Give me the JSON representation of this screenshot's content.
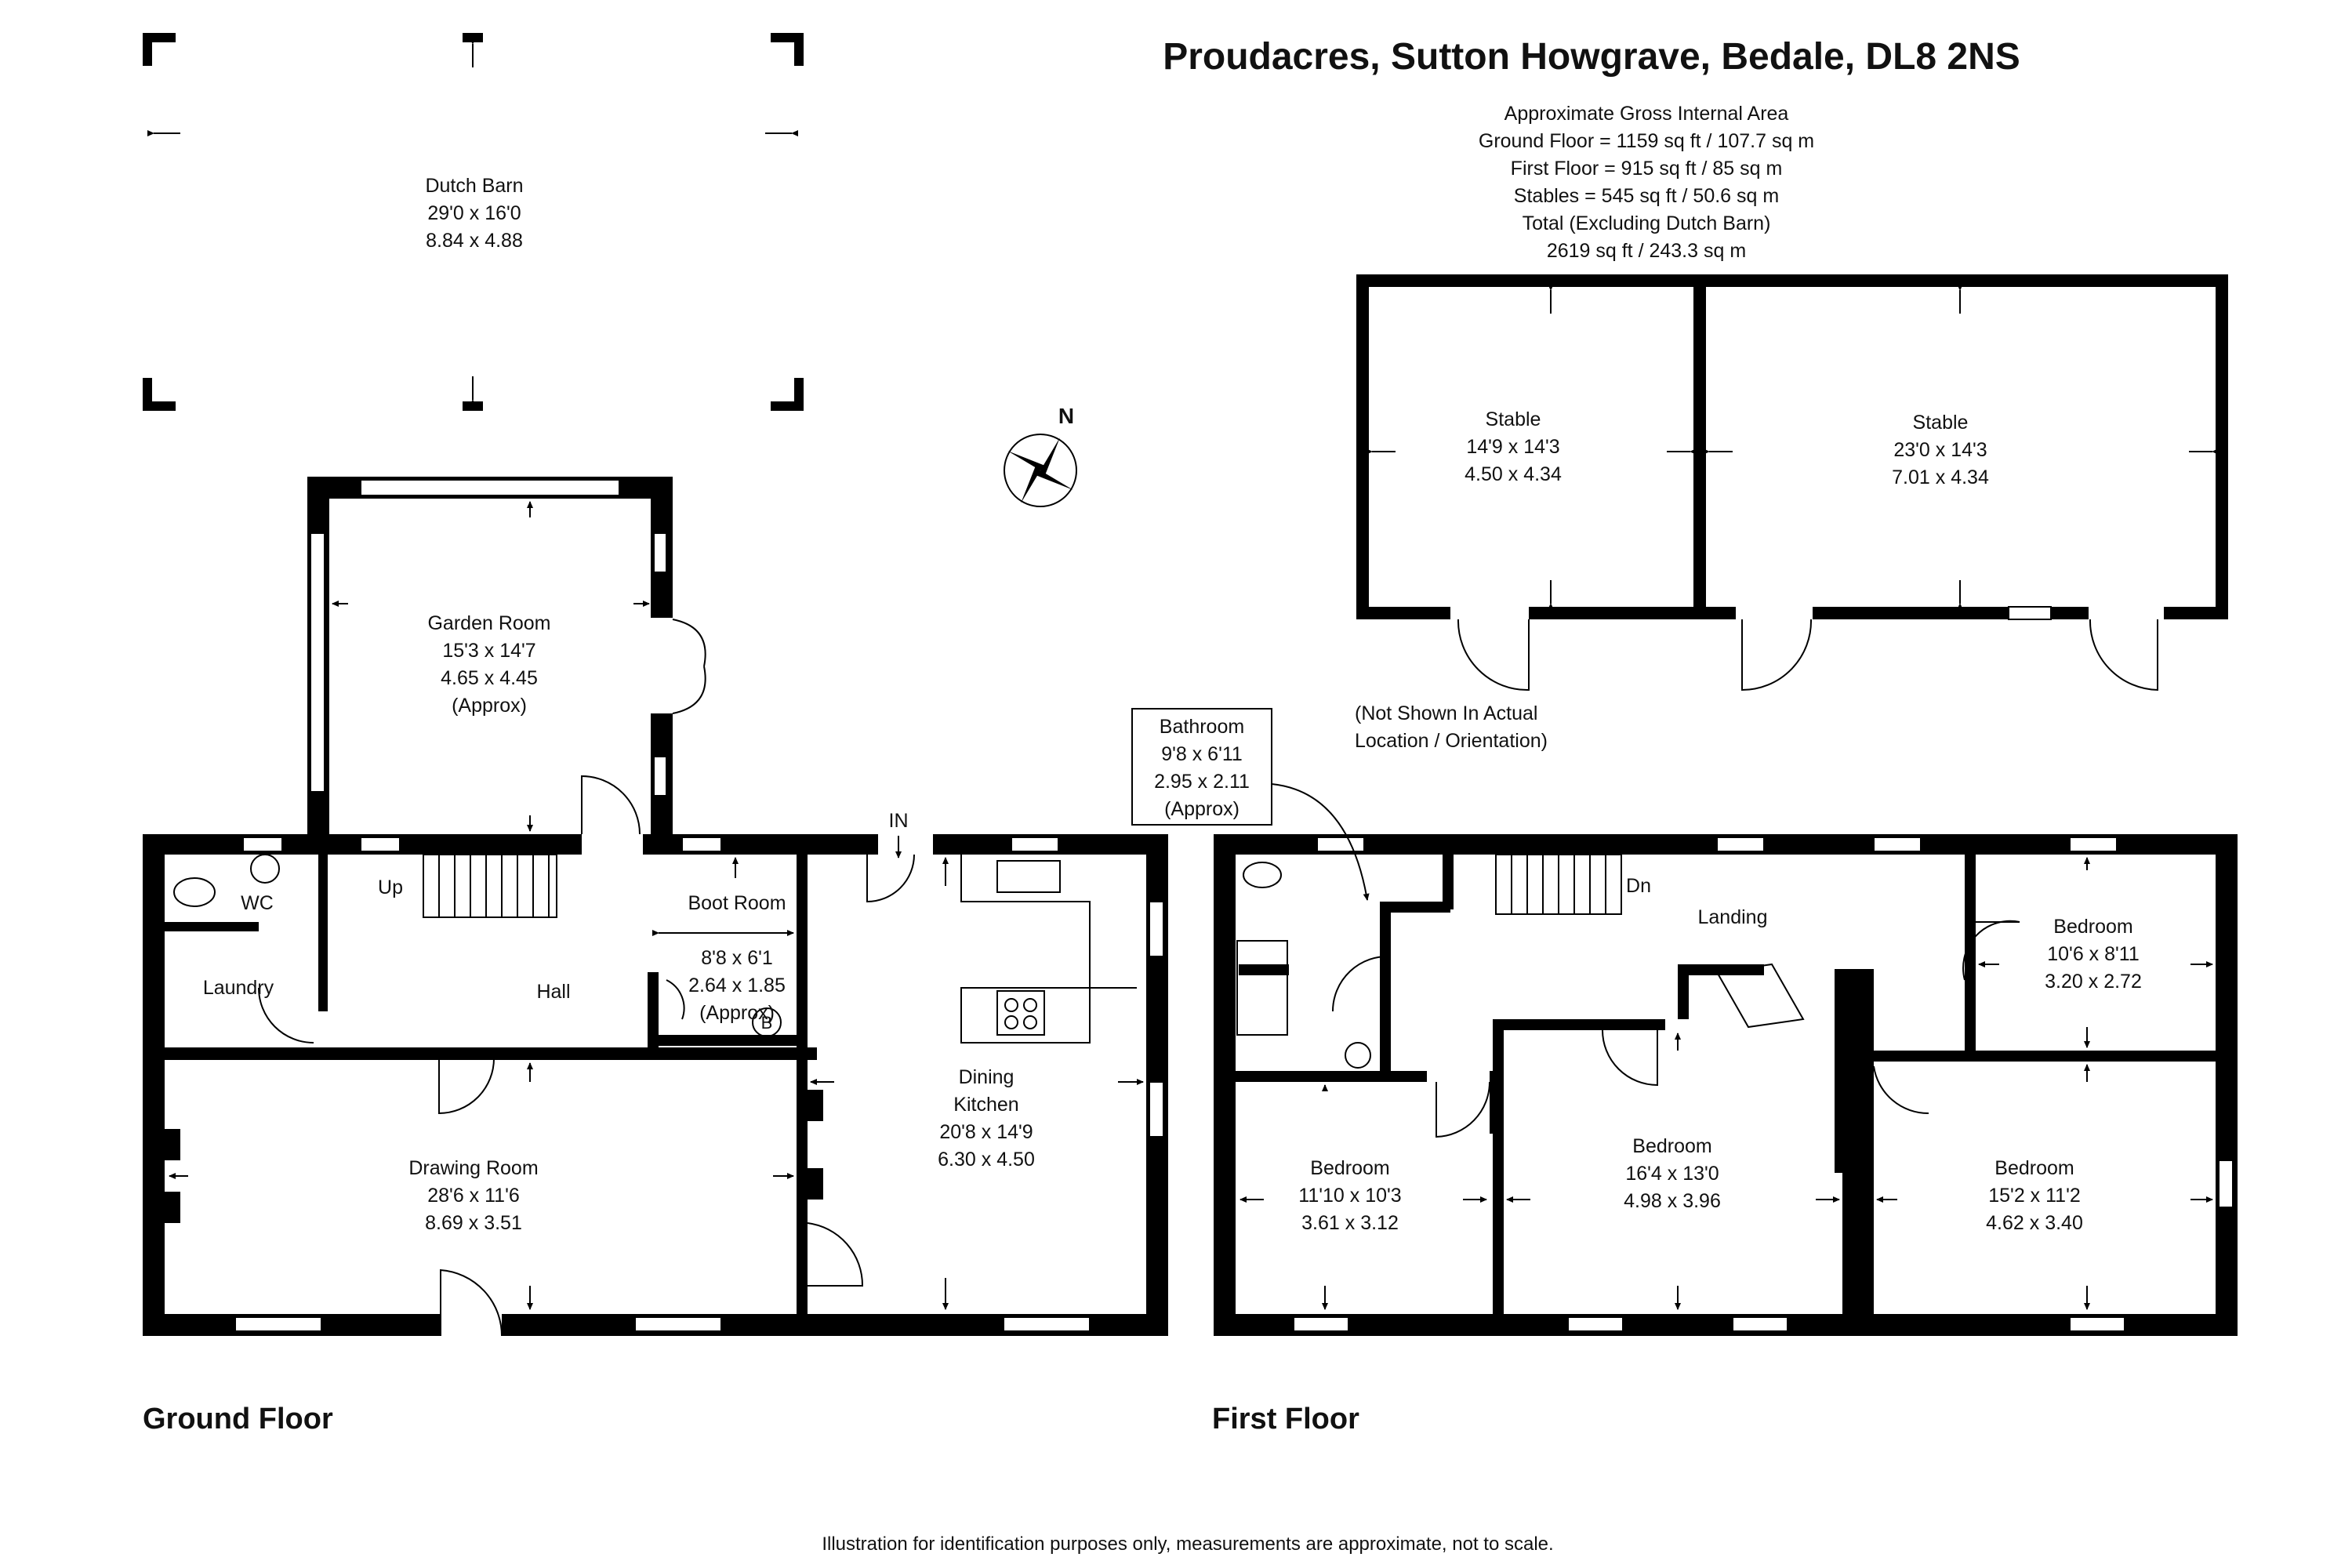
{
  "title": "Proudacres, Sutton Howgrave, Bedale, DL8 2NS",
  "area_summary": [
    "Approximate Gross Internal Area",
    "Ground Floor = 1159 sq ft / 107.7 sq m",
    "First Floor = 915 sq ft / 85 sq m",
    "Stables = 545 sq ft / 50.6 sq m",
    "Total (Excluding Dutch Barn)",
    "2619 sq ft / 243.3 sq m"
  ],
  "compass": {
    "label": "N",
    "icon": "compass-rose-icon"
  },
  "dutch_barn": {
    "name": "Dutch Barn",
    "dims_imperial": "29'0 x 16'0",
    "dims_metric": "8.84 x 4.88"
  },
  "stables": {
    "note": [
      "(Not Shown In Actual",
      "Location / Orientation)"
    ],
    "rooms": [
      {
        "name": "Stable",
        "dims_imperial": "14'9 x 14'3",
        "dims_metric": "4.50 x 4.34"
      },
      {
        "name": "Stable",
        "dims_imperial": "23'0 x 14'3",
        "dims_metric": "7.01 x 4.34"
      }
    ]
  },
  "ground_floor": {
    "label": "Ground Floor",
    "garden_room": {
      "name": "Garden Room",
      "dims_imperial": "15'3 x 14'7",
      "dims_metric": "4.65 x 4.45",
      "note": "(Approx)"
    },
    "wc": "WC",
    "laundry": "Laundry",
    "hall": "Hall",
    "up": "Up",
    "in": "IN",
    "boiler": "B",
    "boot_room": {
      "name": "Boot Room",
      "dims_imperial": "8'8 x 6'1",
      "dims_metric": "2.64 x 1.85",
      "note": "(Approx)"
    },
    "dining_kitchen": {
      "name1": "Dining",
      "name2": "Kitchen",
      "dims_imperial": "20'8 x 14'9",
      "dims_metric": "6.30 x 4.50"
    },
    "drawing_room": {
      "name": "Drawing Room",
      "dims_imperial": "28'6 x 11'6",
      "dims_metric": "8.69 x 3.51"
    }
  },
  "first_floor": {
    "label": "First Floor",
    "bathroom_callout": {
      "name": "Bathroom",
      "dims_imperial": "9'8 x 6'11",
      "dims_metric": "2.95 x 2.11",
      "note": "(Approx)"
    },
    "landing": "Landing",
    "dn": "Dn",
    "bedroom_1": {
      "name": "Bedroom",
      "dims_imperial": "10'6 x 8'11",
      "dims_metric": "3.20 x 2.72"
    },
    "bedroom_2": {
      "name": "Bedroom",
      "dims_imperial": "11'10 x 10'3",
      "dims_metric": "3.61 x 3.12"
    },
    "bedroom_3": {
      "name": "Bedroom",
      "dims_imperial": "16'4 x 13'0",
      "dims_metric": "4.98 x 3.96"
    },
    "bedroom_4": {
      "name": "Bedroom",
      "dims_imperial": "15'2 x 11'2",
      "dims_metric": "4.62 x 3.40"
    }
  },
  "disclaimer": "Illustration for identification purposes only, measurements are approximate, not to scale."
}
